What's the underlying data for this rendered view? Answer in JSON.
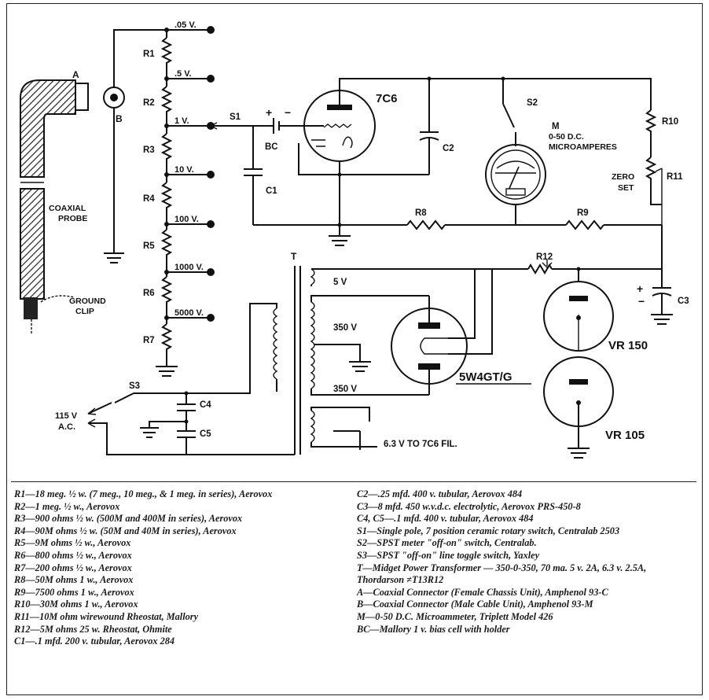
{
  "schematic": {
    "tap_voltages": [
      ".05 V.",
      ".5 V.",
      "1 V.",
      "10 V.",
      "100 V.",
      "1000 V.",
      "5000 V."
    ],
    "resistor_labels": [
      "R1",
      "R2",
      "R3",
      "R4",
      "R5",
      "R6",
      "R7",
      "R8",
      "R9",
      "R10",
      "R11",
      "R12"
    ],
    "labels": {
      "tube_7c6": "7C6",
      "tube_rect": "5W4GT/G",
      "vr150": "VR 150",
      "vr105": "VR 105",
      "meter_m": "M",
      "meter_range": "0-50 D.C.",
      "meter_units": "MICROAMPERES",
      "zero": "ZERO",
      "set": "SET",
      "coaxial": "COAXIAL",
      "probe": "PROBE",
      "ground": "GROUND",
      "clip": "CLIP",
      "a": "A",
      "b": "B",
      "s1": "S1",
      "s2": "S2",
      "s3": "S3",
      "bc": "BC",
      "c1": "C1",
      "c2": "C2",
      "c3": "C3",
      "c4": "C4",
      "c5": "C5",
      "t": "T",
      "v5": "5 V",
      "v350a": "350 V",
      "v350b": "350 V",
      "fil": "6.3 V  TO  7C6 FIL.",
      "ac1": "115 V",
      "ac2": "A.C.",
      "plus": "+",
      "minus": "−"
    }
  },
  "parts_list": {
    "left": [
      "R1—18 meg. ½ w. (7 meg., 10 meg., & 1 meg. in series), Aerovox",
      "R2—1 meg. ½ w., Aerovox",
      "R3—900 ohms ½ w. (500M and 400M in series), Aerovox",
      "R4—90M ohms ½ w. (50M and 40M in series), Aerovox",
      "R5—9M ohms ½ w., Aerovox",
      "R6—800 ohms ½ w., Aerovox",
      "R7—200 ohms ½ w., Aerovox",
      "R8—50M ohms 1 w., Aerovox",
      "R9—7500 ohms 1 w., Aerovox",
      "R10—30M ohms 1 w., Aerovox",
      "R11—10M ohm wirewound Rheostat, Mallory",
      "R12—5M ohms 25 w. Rheostat, Ohmite",
      "C1—.1 mfd. 200 v. tubular, Aerovox 284"
    ],
    "right": [
      "C2—.25 mfd. 400 v. tubular, Aerovox 484",
      "C3—8 mfd. 450 w.v.d.c. electrolytic, Aerovox PRS-450-8",
      "C4, C5—.1 mfd. 400 v. tubular, Aerovox 484",
      "S1—Single pole, 7 position ceramic rotary switch, Centralab 2503",
      "S2—SPST meter \"off-on\" switch, Centralab.",
      "S3—SPST \"off-on\" line toggle switch, Yaxley",
      "T—Midget Power Transformer — 350-0-350, 70 ma. 5 v. 2A, 6.3 v. 2.5A, Thordarson ≠T13R12",
      "A—Coaxial Connector (Female Chassis Unit), Amphenol 93-C",
      "B—Coaxial Connector (Male Cable Unit), Amphenol 93-M",
      "M—0-50 D.C. Microammeter, Triplett Model 426",
      "BC—Mallory 1 v. bias cell with holder"
    ]
  }
}
